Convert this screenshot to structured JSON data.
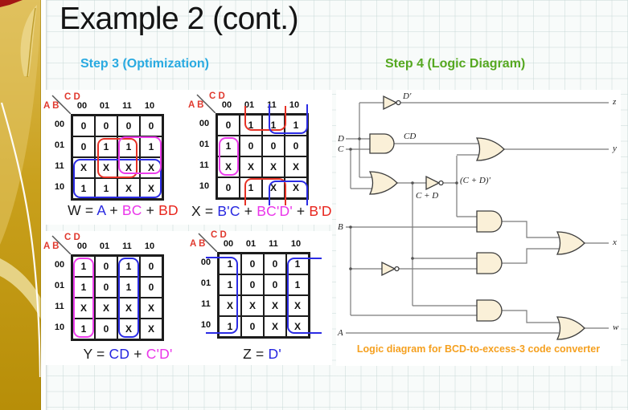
{
  "slide": {
    "title": "Example 2 (cont.)"
  },
  "headings": {
    "step3": "Step 3 (Optimization)",
    "step4": "Step 4 (Logic Diagram)"
  },
  "colors": {
    "accent_cyan": "#29aae1",
    "accent_green": "#55a820",
    "kmap_label_red": "#e0392e",
    "group_blue": "#2b2be4",
    "group_red": "#e63226",
    "group_magenta": "#ec3dec",
    "caption_orange": "#f5a01f",
    "sidebar_gold": "#c9a01c",
    "gate_fill": "#faf0d8"
  },
  "kmaps": [
    {
      "output": "W",
      "corner_top": "C D",
      "corner_left": "A B",
      "col_labels": [
        "00",
        "01",
        "11",
        "10"
      ],
      "row_labels": [
        "00",
        "01",
        "11",
        "10"
      ],
      "cells": [
        [
          "0",
          "0",
          "0",
          "0"
        ],
        [
          "0",
          "1",
          "1",
          "1"
        ],
        [
          "X",
          "X",
          "X",
          "X"
        ],
        [
          "1",
          "1",
          "X",
          "X"
        ]
      ],
      "equation": [
        {
          "t": "W = ",
          "c": "k"
        },
        {
          "t": "A",
          "c": "b"
        },
        {
          "t": " + ",
          "c": "k"
        },
        {
          "t": "BC",
          "c": "m"
        },
        {
          "t": " + ",
          "c": "k"
        },
        {
          "t": "BD",
          "c": "r"
        }
      ],
      "groups": [
        {
          "c": "blue",
          "l": 3,
          "t": 56,
          "w": 106,
          "h": 45,
          "open": "none"
        },
        {
          "c": "red",
          "l": 33,
          "t": 30,
          "w": 46,
          "h": 46,
          "open": "none"
        },
        {
          "c": "magenta",
          "l": 59,
          "t": 28,
          "w": 50,
          "h": 43,
          "open": "none"
        }
      ]
    },
    {
      "output": "X",
      "corner_top": "C D",
      "corner_left": "A B",
      "col_labels": [
        "00",
        "01",
        "11",
        "10"
      ],
      "row_labels": [
        "00",
        "01",
        "11",
        "10"
      ],
      "cells": [
        [
          "0",
          "1",
          "1",
          "1"
        ],
        [
          "1",
          "0",
          "0",
          "0"
        ],
        [
          "X",
          "X",
          "X",
          "X"
        ],
        [
          "0",
          "1",
          "X",
          "X"
        ]
      ],
      "equation": [
        {
          "t": "X = ",
          "c": "k"
        },
        {
          "t": "B'C",
          "c": "b"
        },
        {
          "t": " + ",
          "c": "k"
        },
        {
          "t": "BC'D'",
          "c": "m"
        },
        {
          "t": " + ",
          "c": "k"
        },
        {
          "t": "B'D",
          "c": "r"
        }
      ],
      "groups": [
        {
          "c": "magenta",
          "l": 4,
          "t": 30,
          "w": 21,
          "h": 44,
          "open": "none"
        },
        {
          "c": "red",
          "l": 36,
          "t": -9,
          "w": 48,
          "h": 29,
          "open": "top"
        },
        {
          "c": "red",
          "l": 36,
          "t": 81,
          "w": 48,
          "h": 32,
          "open": "bottom"
        },
        {
          "c": "blue",
          "l": 66,
          "t": -11,
          "w": 45,
          "h": 35,
          "open": "top"
        },
        {
          "c": "blue",
          "l": 66,
          "t": 84,
          "w": 45,
          "h": 29,
          "open": "bottom"
        }
      ]
    },
    {
      "output": "Y",
      "corner_top": "C D",
      "corner_left": "A B",
      "col_labels": [
        "00",
        "01",
        "11",
        "10"
      ],
      "row_labels": [
        "00",
        "01",
        "11",
        "10"
      ],
      "cells": [
        [
          "1",
          "0",
          "1",
          "0"
        ],
        [
          "1",
          "0",
          "1",
          "0"
        ],
        [
          "X",
          "X",
          "X",
          "X"
        ],
        [
          "1",
          "0",
          "X",
          "X"
        ]
      ],
      "equation": [
        {
          "t": "Y = ",
          "c": "k"
        },
        {
          "t": "CD",
          "c": "b"
        },
        {
          "t": " + ",
          "c": "k"
        },
        {
          "t": "C'D'",
          "c": "m"
        }
      ],
      "groups": [
        {
          "c": "magenta",
          "l": 3,
          "t": 4,
          "w": 22,
          "h": 96,
          "open": "none"
        },
        {
          "c": "blue",
          "l": 59,
          "t": 4,
          "w": 22,
          "h": 96,
          "open": "none"
        }
      ]
    },
    {
      "output": "Z",
      "corner_top": "C D",
      "corner_left": "A B",
      "col_labels": [
        "00",
        "01",
        "11",
        "10"
      ],
      "row_labels": [
        "00",
        "01",
        "11",
        "10"
      ],
      "cells": [
        [
          "1",
          "0",
          "0",
          "1"
        ],
        [
          "1",
          "0",
          "0",
          "1"
        ],
        [
          "X",
          "X",
          "X",
          "X"
        ],
        [
          "1",
          "0",
          "X",
          "X"
        ]
      ],
      "equation": [
        {
          "t": "Z = ",
          "c": "k"
        },
        {
          "t": "D'",
          "c": "b"
        }
      ],
      "groups": [
        {
          "c": "blue",
          "l": -14,
          "t": 6,
          "w": 38,
          "h": 92,
          "open": "left"
        },
        {
          "c": "blue",
          "l": 87,
          "t": 7,
          "w": 41,
          "h": 91,
          "open": "right"
        }
      ]
    }
  ],
  "logic": {
    "labels": {
      "d_input": "D",
      "c_input": "C",
      "b_input": "B",
      "a_input": "A",
      "z_out": "z",
      "y_out": "y",
      "x_out": "x",
      "w_out": "w",
      "d_prime": "D'",
      "cd": "CD",
      "c_plus_d": "C + D",
      "c_plus_d_prime": "(C + D)'"
    },
    "caption": "Logic diagram for BCD-to-excess-3 code converter"
  }
}
